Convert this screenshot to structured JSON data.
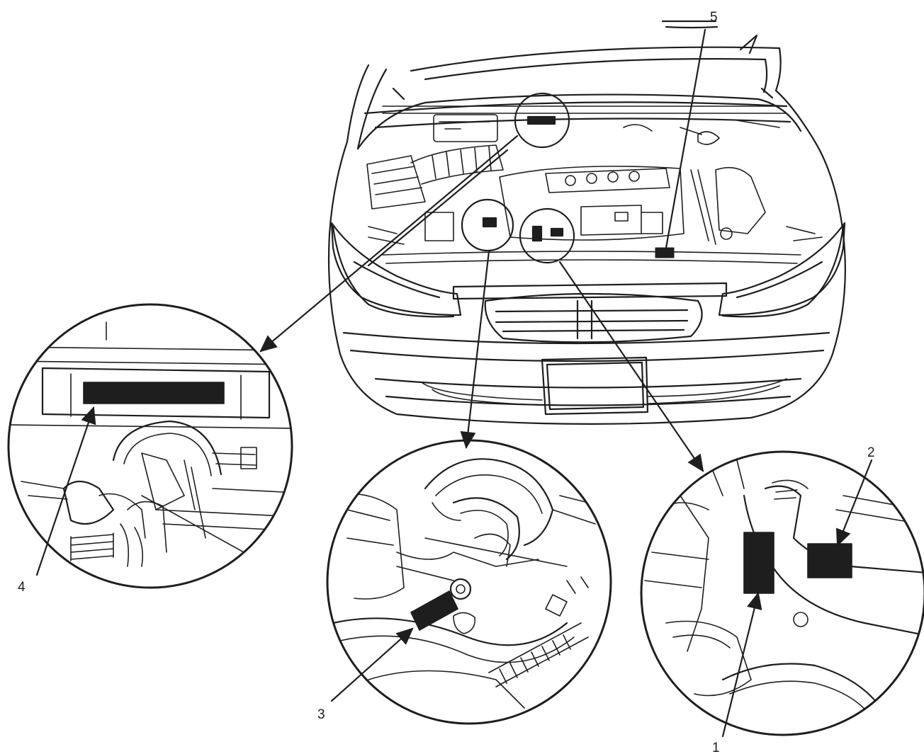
{
  "callouts": {
    "c1": "1",
    "c2": "2",
    "c3": "3",
    "c4": "4",
    "c5": "5"
  },
  "colors": {
    "ink": "#1e1e1e",
    "paper": "#ffffff"
  }
}
